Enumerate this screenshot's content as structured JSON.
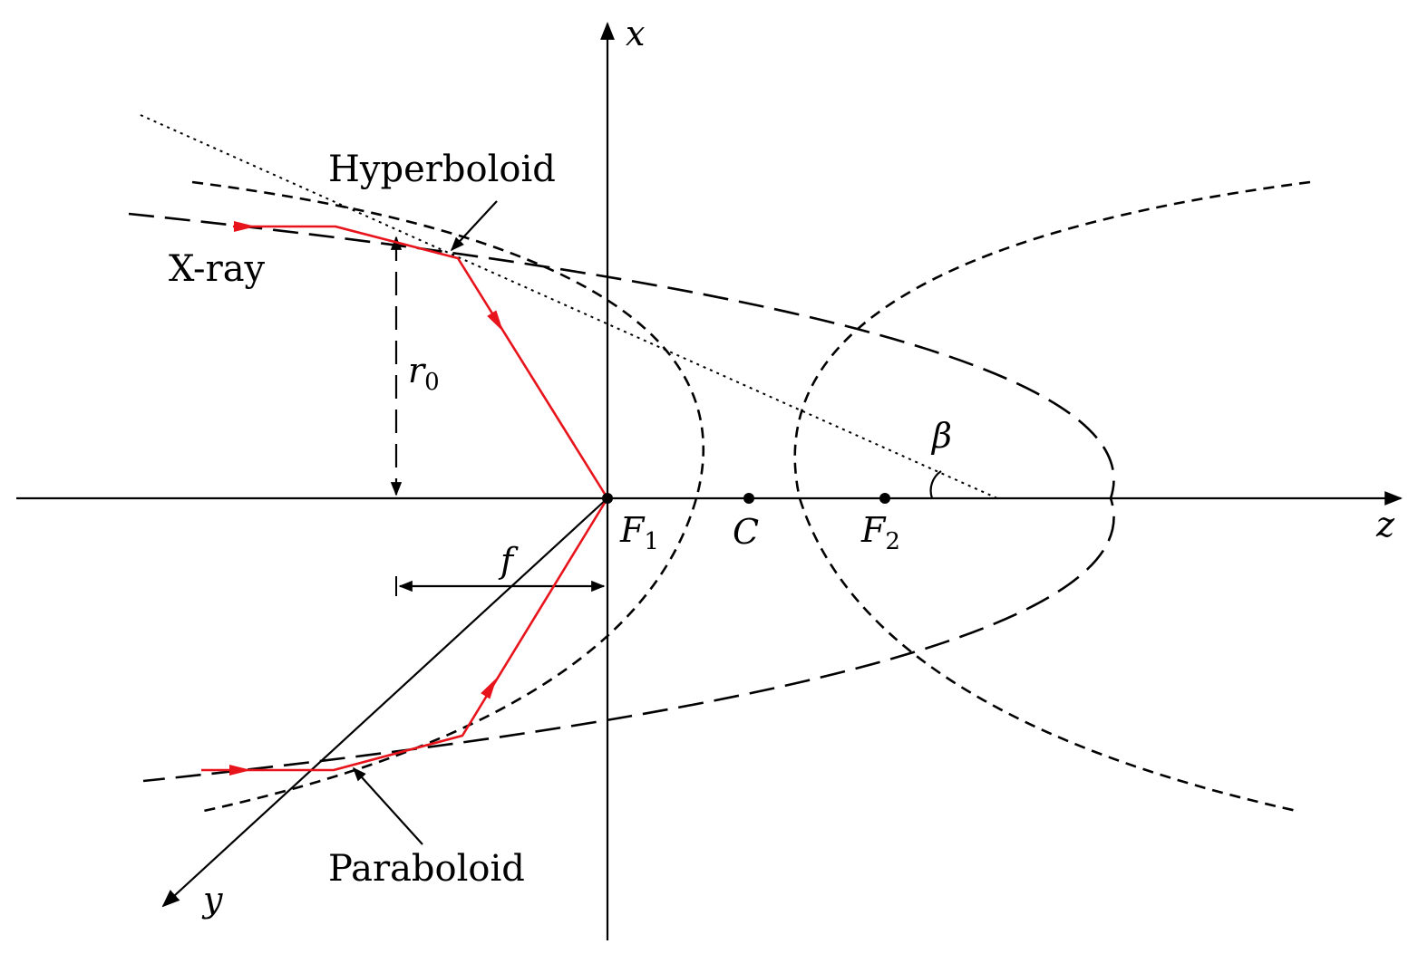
{
  "labels": {
    "axis_x": "x",
    "axis_z": "z",
    "axis_y": "y",
    "hyperboloid": "Hyperboloid",
    "paraboloid": "Paraboloid",
    "xray": "X-ray",
    "r0_main": "r",
    "r0_sub": "0",
    "f": "f",
    "beta": "β",
    "F1_main": "F",
    "F1_sub": "1",
    "F2_main": "F",
    "F2_sub": "2",
    "C": "C"
  },
  "colors": {
    "ray": "#e8141c",
    "ink": "#000000",
    "background": "#ffffff"
  }
}
